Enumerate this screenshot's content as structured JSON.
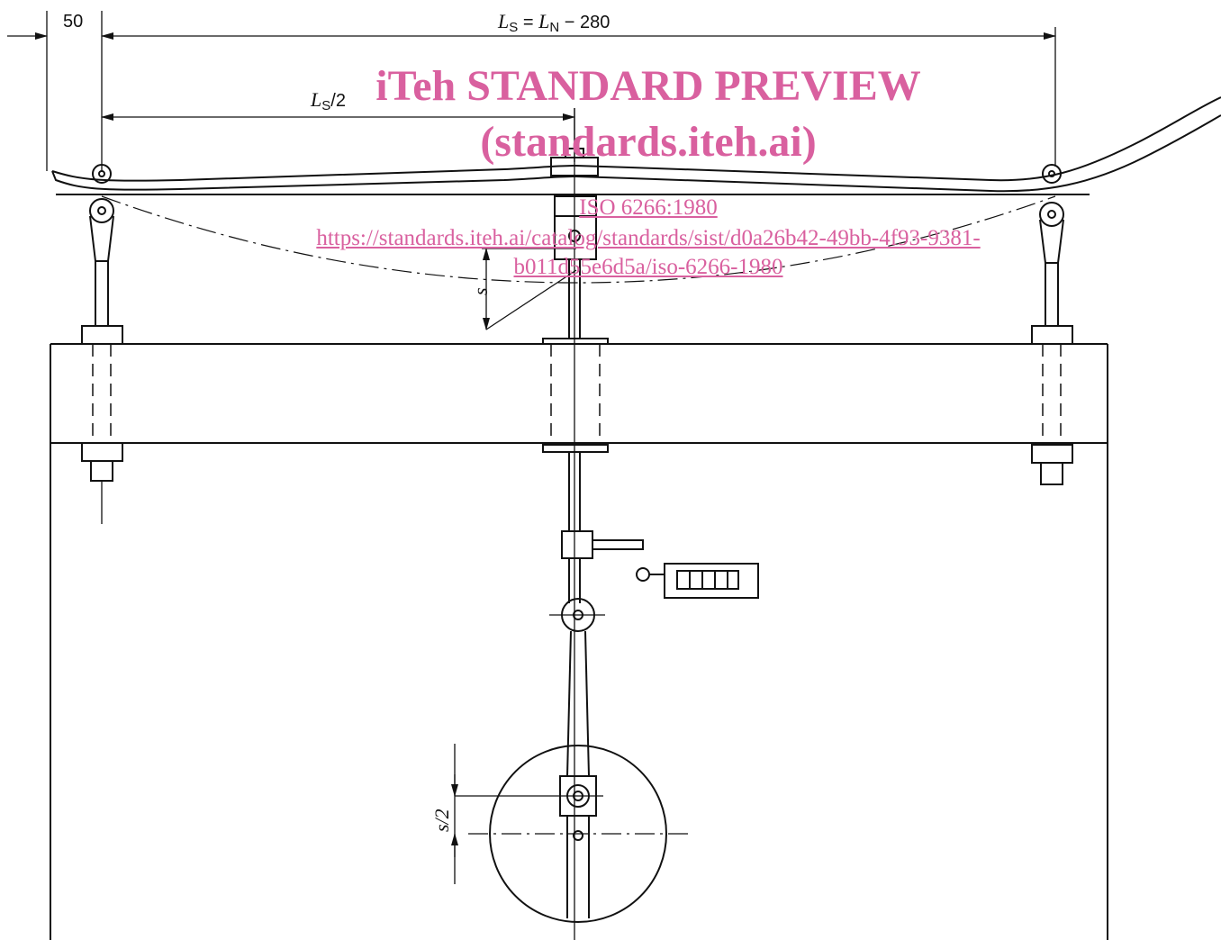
{
  "dimensions": {
    "offset_label": "50",
    "span_L": "L",
    "span_sub_S": "S",
    "span_eq": " = ",
    "span_L2": "L",
    "span_sub_N": "N",
    "span_rest": " − 280",
    "half_L": "L",
    "half_sub": "S",
    "half_rest": "/2",
    "stroke_label": "s",
    "half_stroke_label": "s/2"
  },
  "watermark": {
    "line1": "iTeh STANDARD PREVIEW",
    "line2": "(standards.iteh.ai)",
    "link1": "ISO 6266:1980",
    "link2": "https://standards.iteh.ai/catalog/standards/sist/d0a26b42-49bb-4f93-9381-",
    "link3": "b011d55e6d5a/iso-6266-1980"
  },
  "colors": {
    "line": "#111111",
    "watermark": "#d9609f"
  }
}
